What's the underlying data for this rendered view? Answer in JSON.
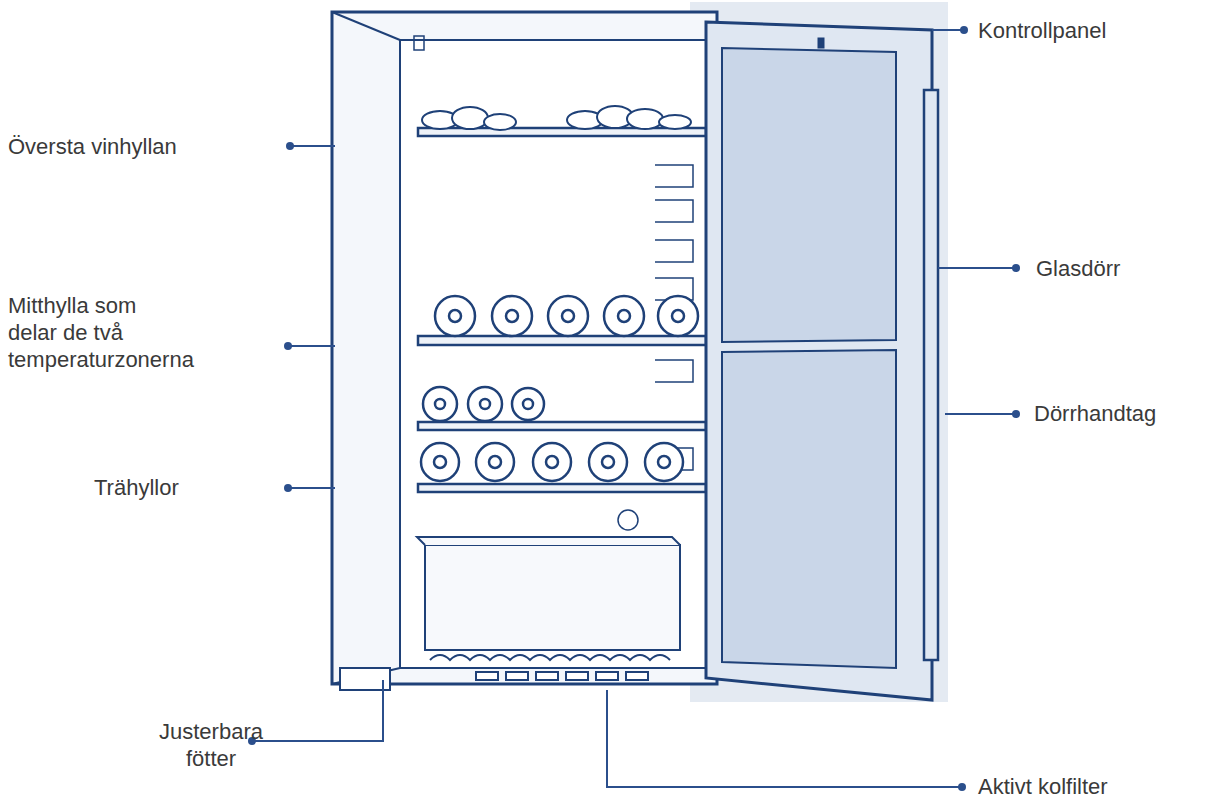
{
  "diagram": {
    "labels": [
      "Översta vinhyllan",
      "Mitthylla som delar de två temperaturzonerna",
      "Trähyllor",
      "Justerbara fötter",
      "Kontrollpanel",
      "Glasdörr",
      "Dörrhandtag",
      "Aktivt kolfilter"
    ]
  }
}
